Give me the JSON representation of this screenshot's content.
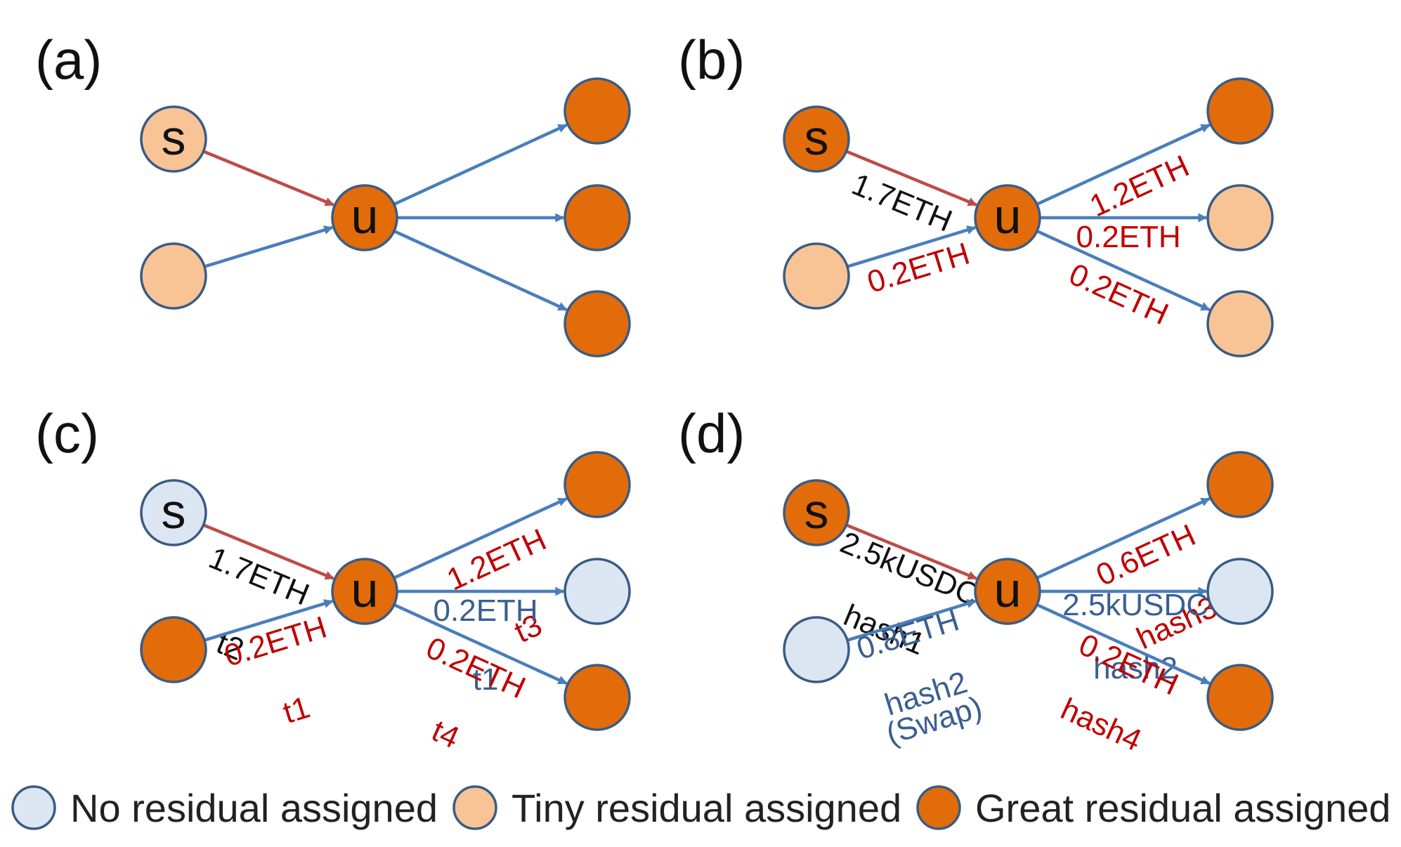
{
  "colors": {
    "none": "#dce5f2",
    "tiny": "#f8c496",
    "great": "#e36c0a",
    "node_stroke": "#3a5c84",
    "edge_blue": "#4a7ebb",
    "edge_red": "#be4b48",
    "text_black": "#111111",
    "text_red": "#c00000",
    "text_blue": "#3a5f8f"
  },
  "panels": [
    {
      "label": "(a)",
      "nodes": [
        {
          "id": "s",
          "text": "s",
          "fill": "tiny"
        },
        {
          "id": "p",
          "text": "",
          "fill": "tiny"
        },
        {
          "id": "u",
          "text": "u",
          "fill": "great"
        },
        {
          "id": "o1",
          "text": "",
          "fill": "great"
        },
        {
          "id": "o2",
          "text": "",
          "fill": "great"
        },
        {
          "id": "o3",
          "text": "",
          "fill": "great"
        }
      ],
      "edges": [
        {
          "from": "s",
          "to": "u",
          "color": "red",
          "lines": []
        },
        {
          "from": "p",
          "to": "u",
          "color": "blue",
          "lines": []
        },
        {
          "from": "u",
          "to": "o1",
          "color": "blue",
          "lines": []
        },
        {
          "from": "u",
          "to": "o2",
          "color": "blue",
          "lines": []
        },
        {
          "from": "u",
          "to": "o3",
          "color": "blue",
          "lines": []
        }
      ]
    },
    {
      "label": "(b)",
      "nodes": [
        {
          "id": "s",
          "text": "s",
          "fill": "great"
        },
        {
          "id": "p",
          "text": "",
          "fill": "tiny"
        },
        {
          "id": "u",
          "text": "u",
          "fill": "great"
        },
        {
          "id": "o1",
          "text": "",
          "fill": "great"
        },
        {
          "id": "o2",
          "text": "",
          "fill": "tiny"
        },
        {
          "id": "o3",
          "text": "",
          "fill": "tiny"
        }
      ],
      "edges": [
        {
          "from": "s",
          "to": "u",
          "color": "red",
          "text_color": "black",
          "lines": [
            "1.7ETH"
          ]
        },
        {
          "from": "p",
          "to": "u",
          "color": "blue",
          "text_color": "red",
          "lines": [
            "0.2ETH"
          ]
        },
        {
          "from": "u",
          "to": "o1",
          "color": "blue",
          "text_color": "red",
          "lines": [
            "1.2ETH"
          ]
        },
        {
          "from": "u",
          "to": "o2",
          "color": "blue",
          "text_color": "red",
          "lines": [
            "0.2ETH"
          ]
        },
        {
          "from": "u",
          "to": "o3",
          "color": "blue",
          "text_color": "red",
          "lines": [
            "0.2ETH"
          ]
        }
      ]
    },
    {
      "label": "(c)",
      "nodes": [
        {
          "id": "s",
          "text": "s",
          "fill": "none"
        },
        {
          "id": "p",
          "text": "",
          "fill": "great"
        },
        {
          "id": "u",
          "text": "u",
          "fill": "great"
        },
        {
          "id": "o1",
          "text": "",
          "fill": "great"
        },
        {
          "id": "o2",
          "text": "",
          "fill": "none"
        },
        {
          "id": "o3",
          "text": "",
          "fill": "great"
        }
      ],
      "edges": [
        {
          "from": "s",
          "to": "u",
          "color": "red",
          "text_color": "black",
          "lines": [
            "1.7ETH",
            "t2"
          ]
        },
        {
          "from": "p",
          "to": "u",
          "color": "blue",
          "text_color": "red",
          "lines": [
            "0.2ETH",
            "t1"
          ]
        },
        {
          "from": "u",
          "to": "o1",
          "color": "blue",
          "text_color": "red",
          "lines": [
            "1.2ETH",
            "t3"
          ]
        },
        {
          "from": "u",
          "to": "o2",
          "color": "blue",
          "text_color": "blue",
          "lines": [
            "0.2ETH",
            "t1"
          ]
        },
        {
          "from": "u",
          "to": "o3",
          "color": "blue",
          "text_color": "red",
          "lines": [
            "0.2ETH",
            "t4"
          ]
        }
      ]
    },
    {
      "label": "(d)",
      "nodes": [
        {
          "id": "s",
          "text": "s",
          "fill": "great"
        },
        {
          "id": "p",
          "text": "",
          "fill": "none"
        },
        {
          "id": "u",
          "text": "u",
          "fill": "great"
        },
        {
          "id": "o1",
          "text": "",
          "fill": "great"
        },
        {
          "id": "o2",
          "text": "",
          "fill": "none"
        },
        {
          "id": "o3",
          "text": "",
          "fill": "great"
        }
      ],
      "edges": [
        {
          "from": "s",
          "to": "u",
          "color": "red",
          "text_color": "black",
          "lines": [
            "2.5kUSDC",
            "hash1"
          ]
        },
        {
          "from": "p",
          "to": "u",
          "color": "blue",
          "text_color": "blue",
          "lines": [
            "0.8ETH",
            "hash2",
            "(Swap)"
          ]
        },
        {
          "from": "u",
          "to": "o1",
          "color": "blue",
          "text_color": "red",
          "lines": [
            "0.6ETH",
            "hash3"
          ]
        },
        {
          "from": "u",
          "to": "o2",
          "color": "blue",
          "text_color": "blue",
          "lines": [
            "2.5kUSDC",
            "hash2"
          ]
        },
        {
          "from": "u",
          "to": "o3",
          "color": "blue",
          "text_color": "red",
          "lines": [
            "0.2ETH",
            "hash4"
          ]
        }
      ]
    }
  ],
  "legend": [
    {
      "fill": "none",
      "label": "No residual assigned"
    },
    {
      "fill": "tiny",
      "label": "Tiny residual assigned"
    },
    {
      "fill": "great",
      "label": "Great residual assigned"
    }
  ]
}
